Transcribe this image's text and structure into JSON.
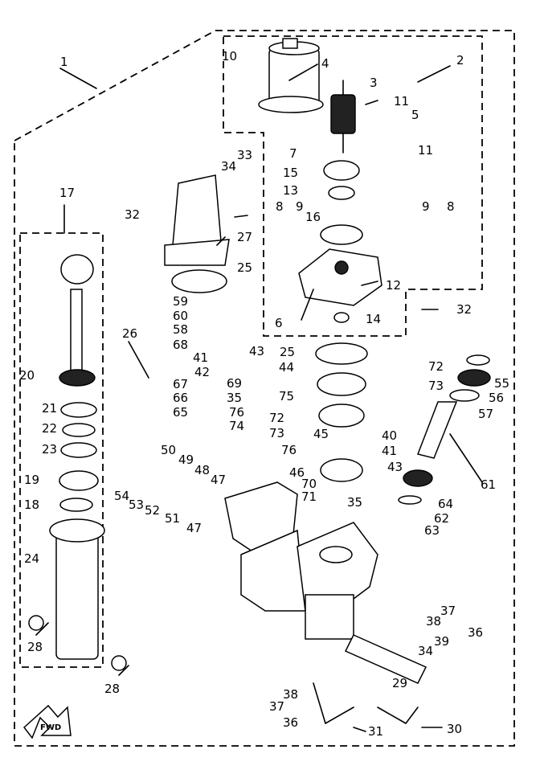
{
  "diagram": {
    "fwd_badge": "FWD",
    "callouts": [
      "1",
      "2",
      "3",
      "4",
      "5",
      "6",
      "7",
      "8",
      "8",
      "9",
      "9",
      "10",
      "11",
      "11",
      "12",
      "13",
      "14",
      "15",
      "16",
      "17",
      "18",
      "19",
      "20",
      "21",
      "22",
      "23",
      "24",
      "25",
      "25",
      "26",
      "27",
      "28",
      "28",
      "29",
      "30",
      "31",
      "32",
      "32",
      "33",
      "34",
      "34",
      "35",
      "35",
      "36",
      "36",
      "37",
      "37",
      "38",
      "38",
      "39",
      "40",
      "41",
      "41",
      "42",
      "43",
      "43",
      "44",
      "45",
      "46",
      "47",
      "47",
      "48",
      "49",
      "50",
      "51",
      "52",
      "53",
      "54",
      "55",
      "56",
      "57",
      "58",
      "59",
      "60",
      "61",
      "62",
      "63",
      "64",
      "65",
      "66",
      "67",
      "68",
      "69",
      "70",
      "71",
      "72",
      "72",
      "73",
      "73",
      "74",
      "75",
      "76",
      "76"
    ]
  }
}
